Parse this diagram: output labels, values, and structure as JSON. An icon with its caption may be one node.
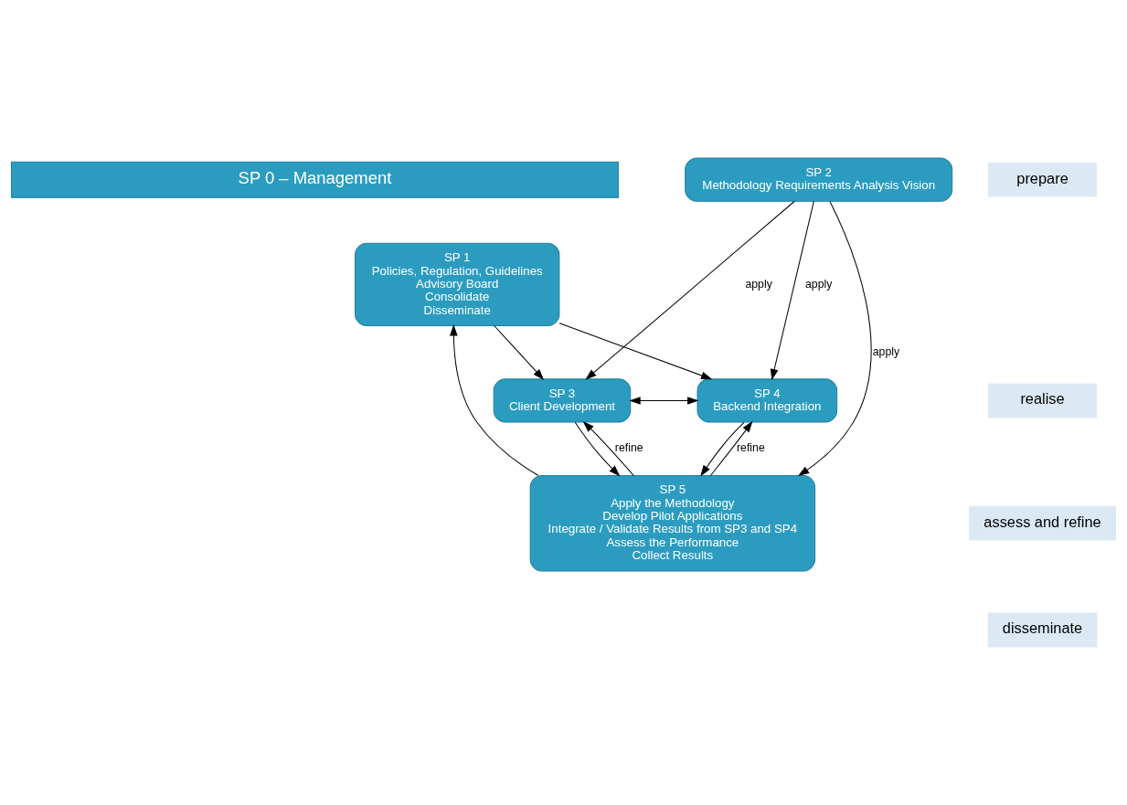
{
  "diagram": {
    "nodes": [
      {
        "text": [
          "SP 0 – Management"
        ]
      },
      {
        "text": [
          "SP 1",
          "Policies, Regulation, Guidelines",
          "Advisory Board",
          "Consolidate",
          "Disseminate"
        ]
      },
      {
        "text": [
          "SP 2",
          "Methodology Requirements Analysis Vision"
        ]
      },
      {
        "text": [
          "SP 3",
          "Client Development"
        ]
      },
      {
        "text": [
          "SP 4",
          "Backend Integration"
        ]
      },
      {
        "text": [
          "SP 5",
          "Apply the Methodology",
          "Develop Pilot Applications",
          "Integrate / Validate Results from SP3 and SP4",
          "Assess the Performance",
          "Collect Results"
        ]
      },
      {
        "text": [
          "prepare"
        ]
      },
      {
        "text": [
          "realise"
        ]
      },
      {
        "text": [
          "assess and refine"
        ]
      },
      {
        "text": [
          "disseminate"
        ]
      }
    ],
    "edges": [
      {
        "from": 2,
        "to": 5,
        "arrow": "to",
        "label": "apply"
      },
      {
        "from": 2,
        "to": 3,
        "arrow": "to",
        "label": "apply"
      },
      {
        "from": 2,
        "to": 4,
        "arrow": "to",
        "label": "apply"
      },
      {
        "from": 1,
        "to": 3,
        "arrow": "to"
      },
      {
        "from": 3,
        "to": 4,
        "arrow": "both"
      },
      {
        "from": 1,
        "to": 4,
        "arrow": "to"
      },
      {
        "from": 4,
        "to": 5,
        "arrow": "to"
      },
      {
        "from": 3,
        "to": 5,
        "arrow": "to"
      },
      {
        "from": 5,
        "to": 4,
        "arrow": "to",
        "label": "refine"
      },
      {
        "from": 5,
        "to": 3,
        "arrow": "to",
        "label": "refine"
      },
      {
        "from": 5,
        "to": 1,
        "arrow": "to"
      }
    ]
  }
}
